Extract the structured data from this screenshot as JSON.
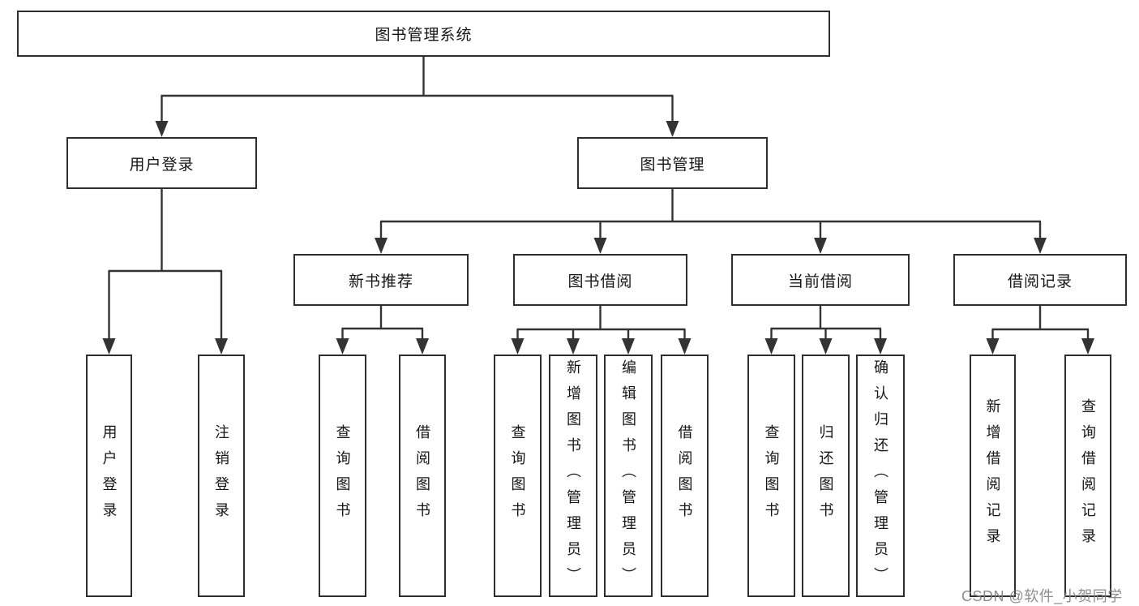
{
  "system": {
    "label": "图书管理系统",
    "children": [
      {
        "label": "用户登录",
        "children": [
          {
            "label": "用户登录"
          },
          {
            "label": "注销登录"
          }
        ]
      },
      {
        "label": "图书管理",
        "children": [
          {
            "label": "新书推荐",
            "children": [
              {
                "label": "查询图书"
              },
              {
                "label": "借阅图书"
              }
            ]
          },
          {
            "label": "图书借阅",
            "children": [
              {
                "label": "查询图书"
              },
              {
                "label": "新增图书（管理员）"
              },
              {
                "label": "编辑图书（管理员）"
              },
              {
                "label": "借阅图书"
              }
            ]
          },
          {
            "label": "当前借阅",
            "children": [
              {
                "label": "查询图书"
              },
              {
                "label": "归还图书"
              },
              {
                "label": "确认归还（管理员）"
              }
            ]
          },
          {
            "label": "借阅记录",
            "children": [
              {
                "label": "新增借阅记录"
              },
              {
                "label": "查询借阅记录"
              }
            ]
          }
        ]
      }
    ]
  },
  "colors": {
    "line": "#333333",
    "border": "#2e2e2e",
    "text": "#161616",
    "watermark": "#828282"
  },
  "watermark": {
    "text": "CSDN @软件_小贺同学"
  }
}
